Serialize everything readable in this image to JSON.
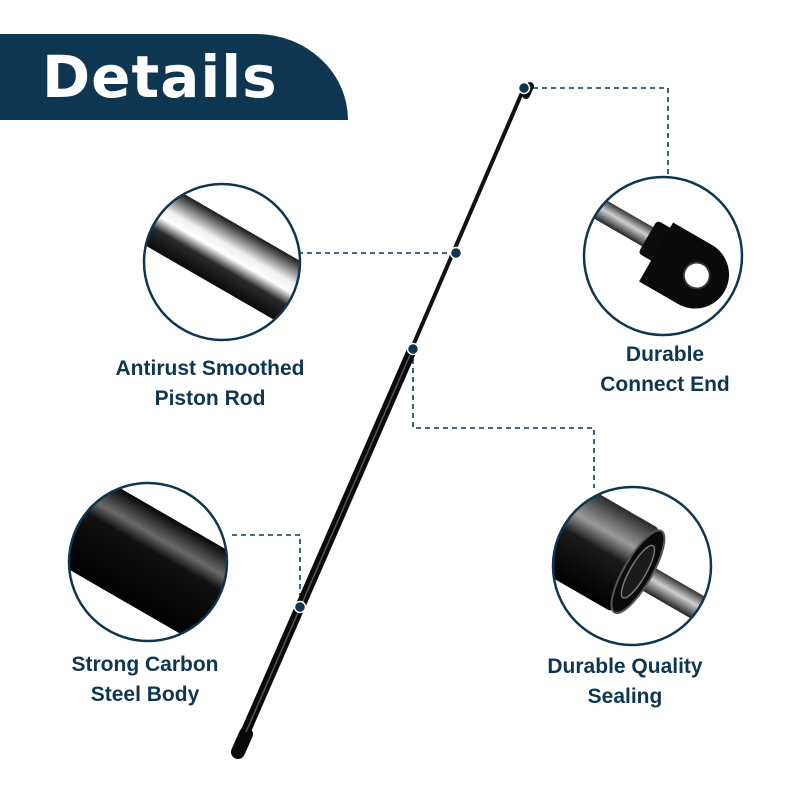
{
  "banner": {
    "title": "Details"
  },
  "features": {
    "piston_rod": {
      "line1": "Antirust Smoothed",
      "line2": "Piston Rod"
    },
    "connect_end": {
      "line1": "Durable",
      "line2": "Connect End"
    },
    "body": {
      "line1": "Strong Carbon",
      "line2": "Steel Body"
    },
    "sealing": {
      "line1": "Durable Quality",
      "line2": "Sealing"
    }
  },
  "colors": {
    "accent": "#0f3651",
    "background": "#ffffff",
    "strut": "#0a0a0a"
  },
  "icons": [
    "gas-strut-product",
    "piston-rod-closeup",
    "connect-end-closeup",
    "steel-body-closeup",
    "sealing-closeup"
  ]
}
